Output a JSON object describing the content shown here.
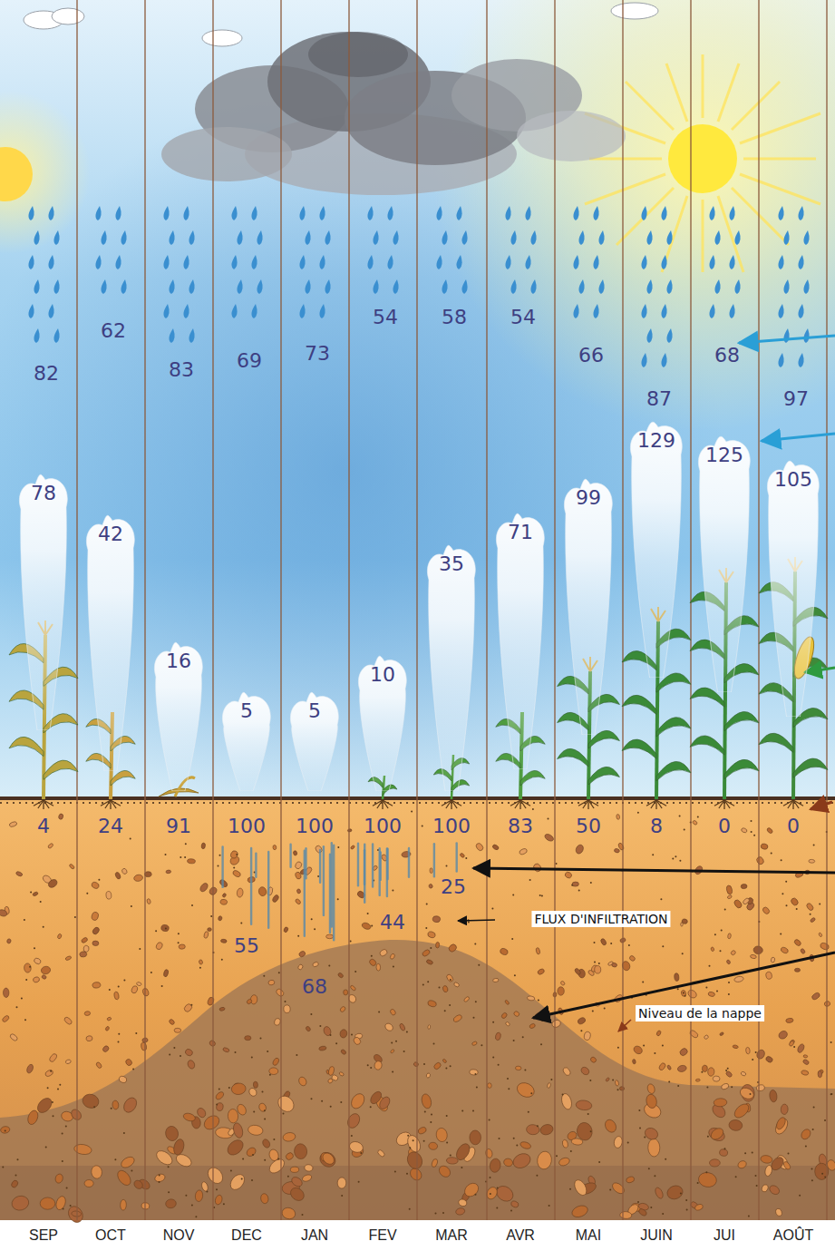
{
  "diagram": {
    "nodes": [
      {
        "text": [
          "78"
        ]
      },
      {
        "text": [
          "42"
        ]
      },
      {
        "text": [
          "16"
        ]
      },
      {
        "text": [
          "5"
        ]
      },
      {
        "text": [
          "5"
        ]
      },
      {
        "text": [
          "10"
        ]
      },
      {
        "text": [
          "35"
        ]
      },
      {
        "text": [
          "71"
        ]
      },
      {
        "text": [
          "99"
        ]
      },
      {
        "text": [
          "129"
        ]
      },
      {
        "text": [
          "125"
        ]
      },
      {
        "text": [
          "105"
        ]
      }
    ],
    "labels": [
      "82",
      "62",
      "83",
      "69",
      "73",
      "54",
      "58",
      "54",
      "66",
      "87",
      "68",
      "97",
      "4",
      "24",
      "91",
      "100",
      "100",
      "100",
      "100",
      "83",
      "50",
      "8",
      "0",
      "0",
      "55",
      "68",
      "44",
      "25",
      "FLUX D'INFILTRATION",
      "Niveau de la nappe",
      "SEP",
      "OCT",
      "NOV",
      "DEC",
      "JAN",
      "FEV",
      "MAR",
      "AVR",
      "MAI",
      "JUIN",
      "JUI",
      "AOÛT"
    ]
  }
}
